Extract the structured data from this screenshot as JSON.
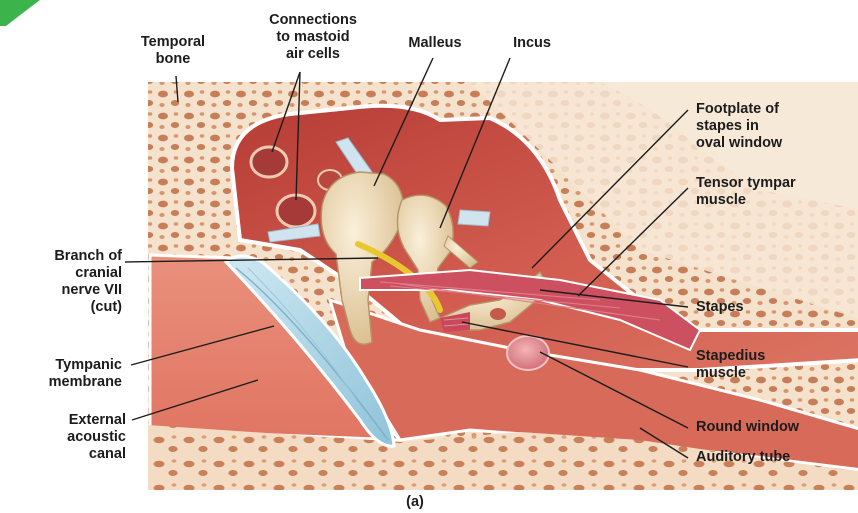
{
  "labels": {
    "temporal_bone": "Temporal\nbone",
    "mastoid_connections": "Connections\nto mastoid\nair cells",
    "malleus": "Malleus",
    "incus": "Incus",
    "footplate_stapes": "Footplate of\nstapes in\noval window",
    "tensor_tympani": "Tensor tympar\nmuscle",
    "branch_cranial_nerve": "Branch of\ncranial\nnerve VII\n(cut)",
    "stapes": "Stapes",
    "tympanic_membrane": "Tympanic\nmembrane",
    "stapedius_muscle": "Stapedius\nmuscle",
    "external_acoustic_canal": "External\nacoustic\ncanal",
    "round_window": "Round window",
    "auditory_tube": "Auditory tube",
    "panel_caption": "(a)"
  },
  "colors": {
    "bone": "#f5e2cc",
    "bone_cells": "#c67d57",
    "cavity": "#c94b40",
    "canal": "#e48a78",
    "membrane": "#a8d2e4",
    "ossicle": "#f0dcb8",
    "muscle": "#cc5060",
    "nerve": "#e8c830",
    "accent_corner": "#3cb44b"
  }
}
